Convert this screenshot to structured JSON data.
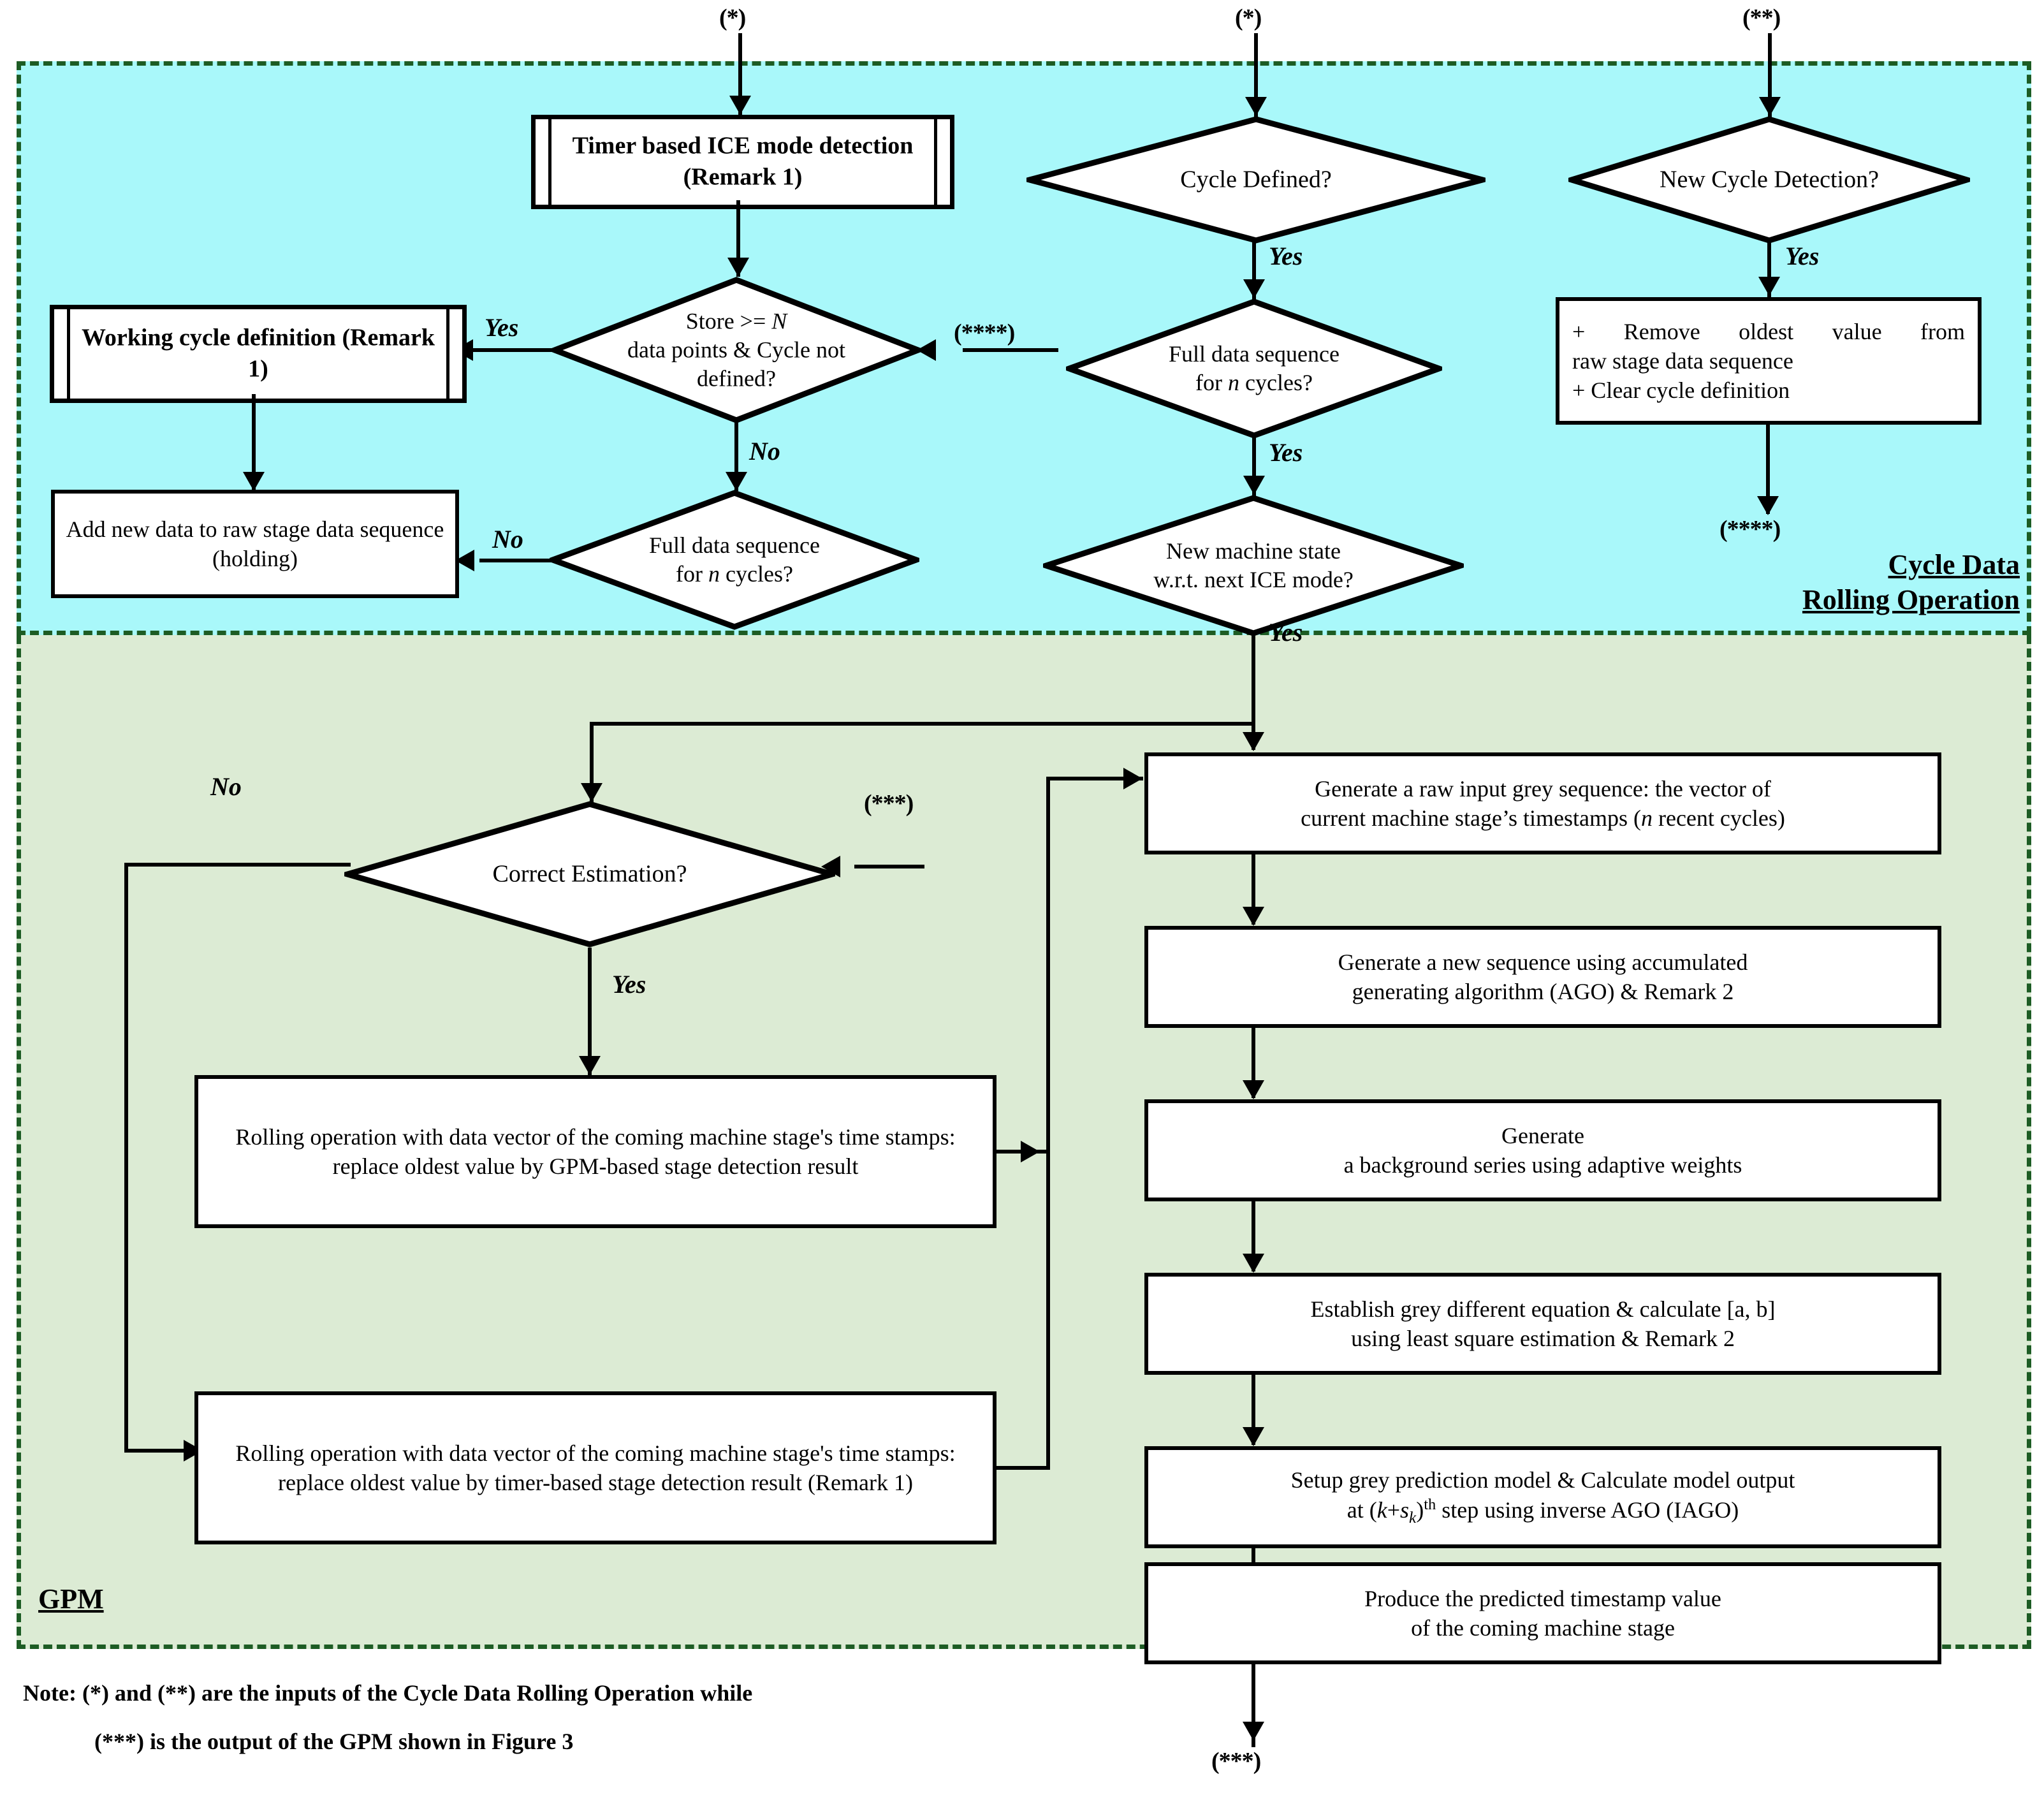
{
  "regions": {
    "cycle": {
      "title_line1": "Cycle Data",
      "title_line2": "Rolling Operation",
      "color": "#a9f8fa"
    },
    "gpm": {
      "title": "GPM",
      "color": "#dcebd4"
    }
  },
  "markers": {
    "in_star1": "(*)",
    "in_star2": "(*)",
    "in_star3": "(**)",
    "loop_star4_left": "(****)",
    "loop_star4_right": "(****)",
    "star3_in_gpm": "(***)",
    "star3_out": "(***)"
  },
  "edge_labels": {
    "cycle_defined_yes": "Yes",
    "new_cycle_yes": "Yes",
    "store_yes": "Yes",
    "store_no": "No",
    "full_seq_left_no": "No",
    "full_seq_right_yes": "Yes",
    "new_machine_yes": "Yes",
    "correct_no": "No",
    "correct_yes": "Yes"
  },
  "nodes": {
    "timer_ice": {
      "label": "Timer based ICE mode detection (Remark 1)",
      "type": "predefined-process"
    },
    "working_cycle": {
      "label": "Working cycle definition (Remark 1)",
      "type": "predefined-process"
    },
    "store_n": {
      "label": "Store >= N data points & Cycle not defined?",
      "type": "decision"
    },
    "full_seq_left": {
      "label": "Full data sequence for n cycles?",
      "type": "decision"
    },
    "add_new_data": {
      "label": "Add new data to raw stage data sequence (holding)",
      "type": "process"
    },
    "cycle_defined": {
      "label": "Cycle Defined?",
      "type": "decision"
    },
    "full_seq_right": {
      "label": "Full data sequence for n cycles?",
      "type": "decision"
    },
    "new_machine_state": {
      "label": "New machine state w.r.t. next ICE mode?",
      "type": "decision"
    },
    "new_cycle_detection": {
      "label": "New Cycle Detection?",
      "type": "decision"
    },
    "remove_oldest": {
      "label": "+ Remove oldest value from raw stage data sequence + Clear cycle definition",
      "type": "process"
    },
    "correct_estimation": {
      "label": "Correct Estimation?",
      "type": "decision"
    },
    "rolling_gpm": {
      "label": "Rolling operation with data vector of the coming machine stage's time stamps: replace oldest value by GPM-based stage detection result",
      "type": "process"
    },
    "rolling_timer": {
      "label": "Rolling operation with data vector of the coming machine stage's time stamps: replace oldest value by timer-based stage detection result (Remark 1)",
      "type": "process"
    },
    "gen_raw": {
      "label": "Generate a raw input grey sequence: the vector of current machine stage's timestamps (n recent cycles)",
      "type": "process"
    },
    "gen_ago": {
      "label": "Generate a new sequence using accumulated generating algorithm (AGO) & Remark 2",
      "type": "process"
    },
    "gen_background": {
      "label": "Generate a background series using adaptive weights",
      "type": "process"
    },
    "grey_equation": {
      "label": "Establish grey different equation & calculate [a, b] using least square estimation & Remark 2",
      "type": "process"
    },
    "setup_model": {
      "label": "Setup grey prediction model & Calculate model output at (k+sk)th step using inverse AGO (IAGO)",
      "type": "process"
    },
    "produce_ts": {
      "label": "Produce the predicted timestamp value of the coming machine stage",
      "type": "process"
    }
  },
  "note": {
    "line1": "Note: (*) and (**) are the inputs of the Cycle Data Rolling Operation while",
    "line2": "(***) is the output of the GPM shown in Figure 3"
  }
}
